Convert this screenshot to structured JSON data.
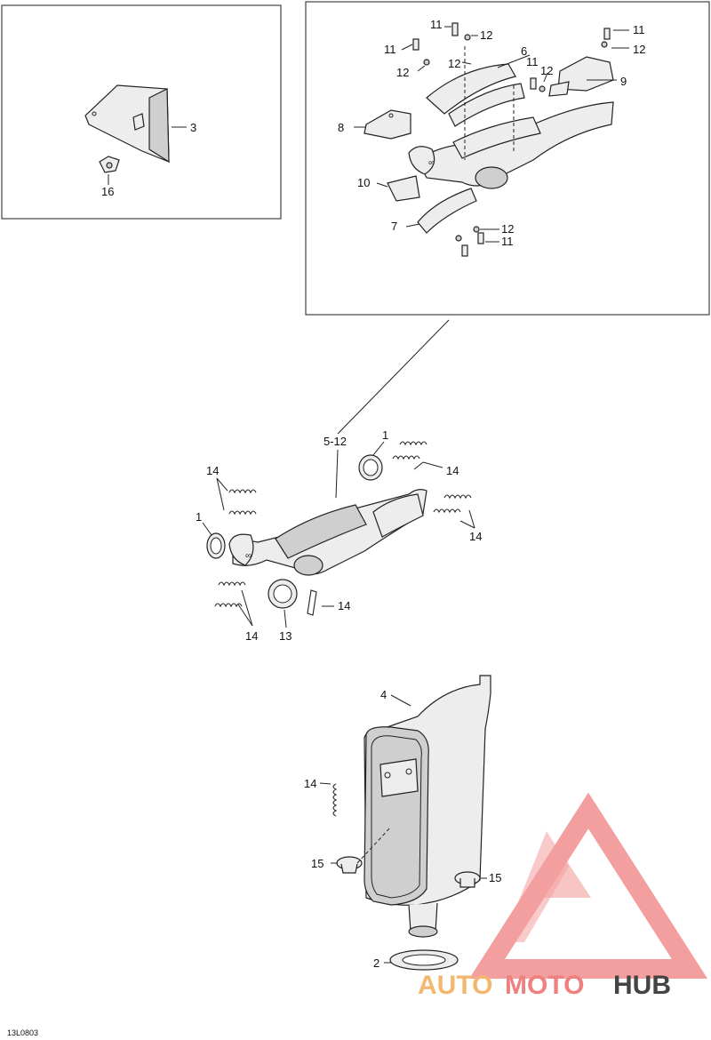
{
  "diagram_code": "13L0803",
  "callouts": {
    "p1_upper": "1",
    "p1_left": "1",
    "p2": "2",
    "p3": "3",
    "p4": "4",
    "p5_12": "5-12",
    "p6": "6",
    "p7": "7",
    "p8": "8",
    "p9": "9",
    "p10": "10",
    "p11_a": "11",
    "p11_b": "11",
    "p11_c": "11",
    "p11_d": "11",
    "p11_e": "11",
    "p12_a": "12",
    "p12_b": "12",
    "p12_c": "12",
    "p12_d": "12",
    "p12_e": "12",
    "p12_f": "12",
    "p13": "13",
    "p14_a": "14",
    "p14_b": "14",
    "p14_c": "14",
    "p14_d": "14",
    "p14_e": "14",
    "p14_f": "14",
    "p15_a": "15",
    "p15_b": "15",
    "p16": "16"
  },
  "watermark": {
    "text_part1": "AUTO",
    "text_part2": "MOTO",
    "text_part3": "HUB",
    "color_primary": "#f07f7f",
    "color_secondary": "#f4b770",
    "color_dark": "#444444"
  }
}
